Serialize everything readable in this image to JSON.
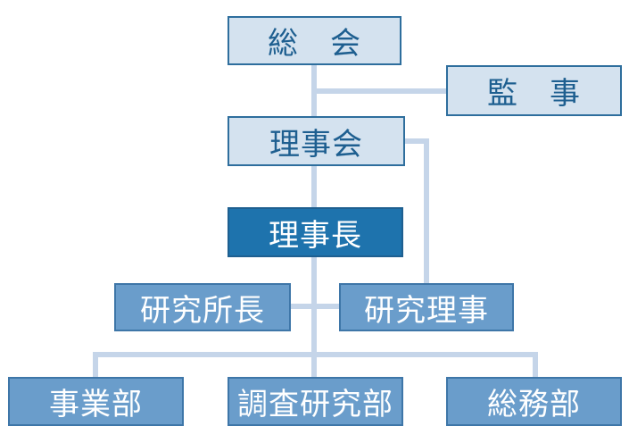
{
  "org_chart": {
    "general_assembly": "総　会",
    "auditor": "監　事",
    "board": "理事会",
    "chairman": "理事長",
    "institute_director": "研究所長",
    "research_director": "研究理事",
    "business_dept": "事業部",
    "research_dept": "調査研究部",
    "general_affairs_dept": "総務部"
  },
  "colors": {
    "connector": "#c5d5e9",
    "light_box": "#d4e2ef",
    "dark_box": "#1e73ad",
    "mid_box": "#6a9dcb"
  }
}
